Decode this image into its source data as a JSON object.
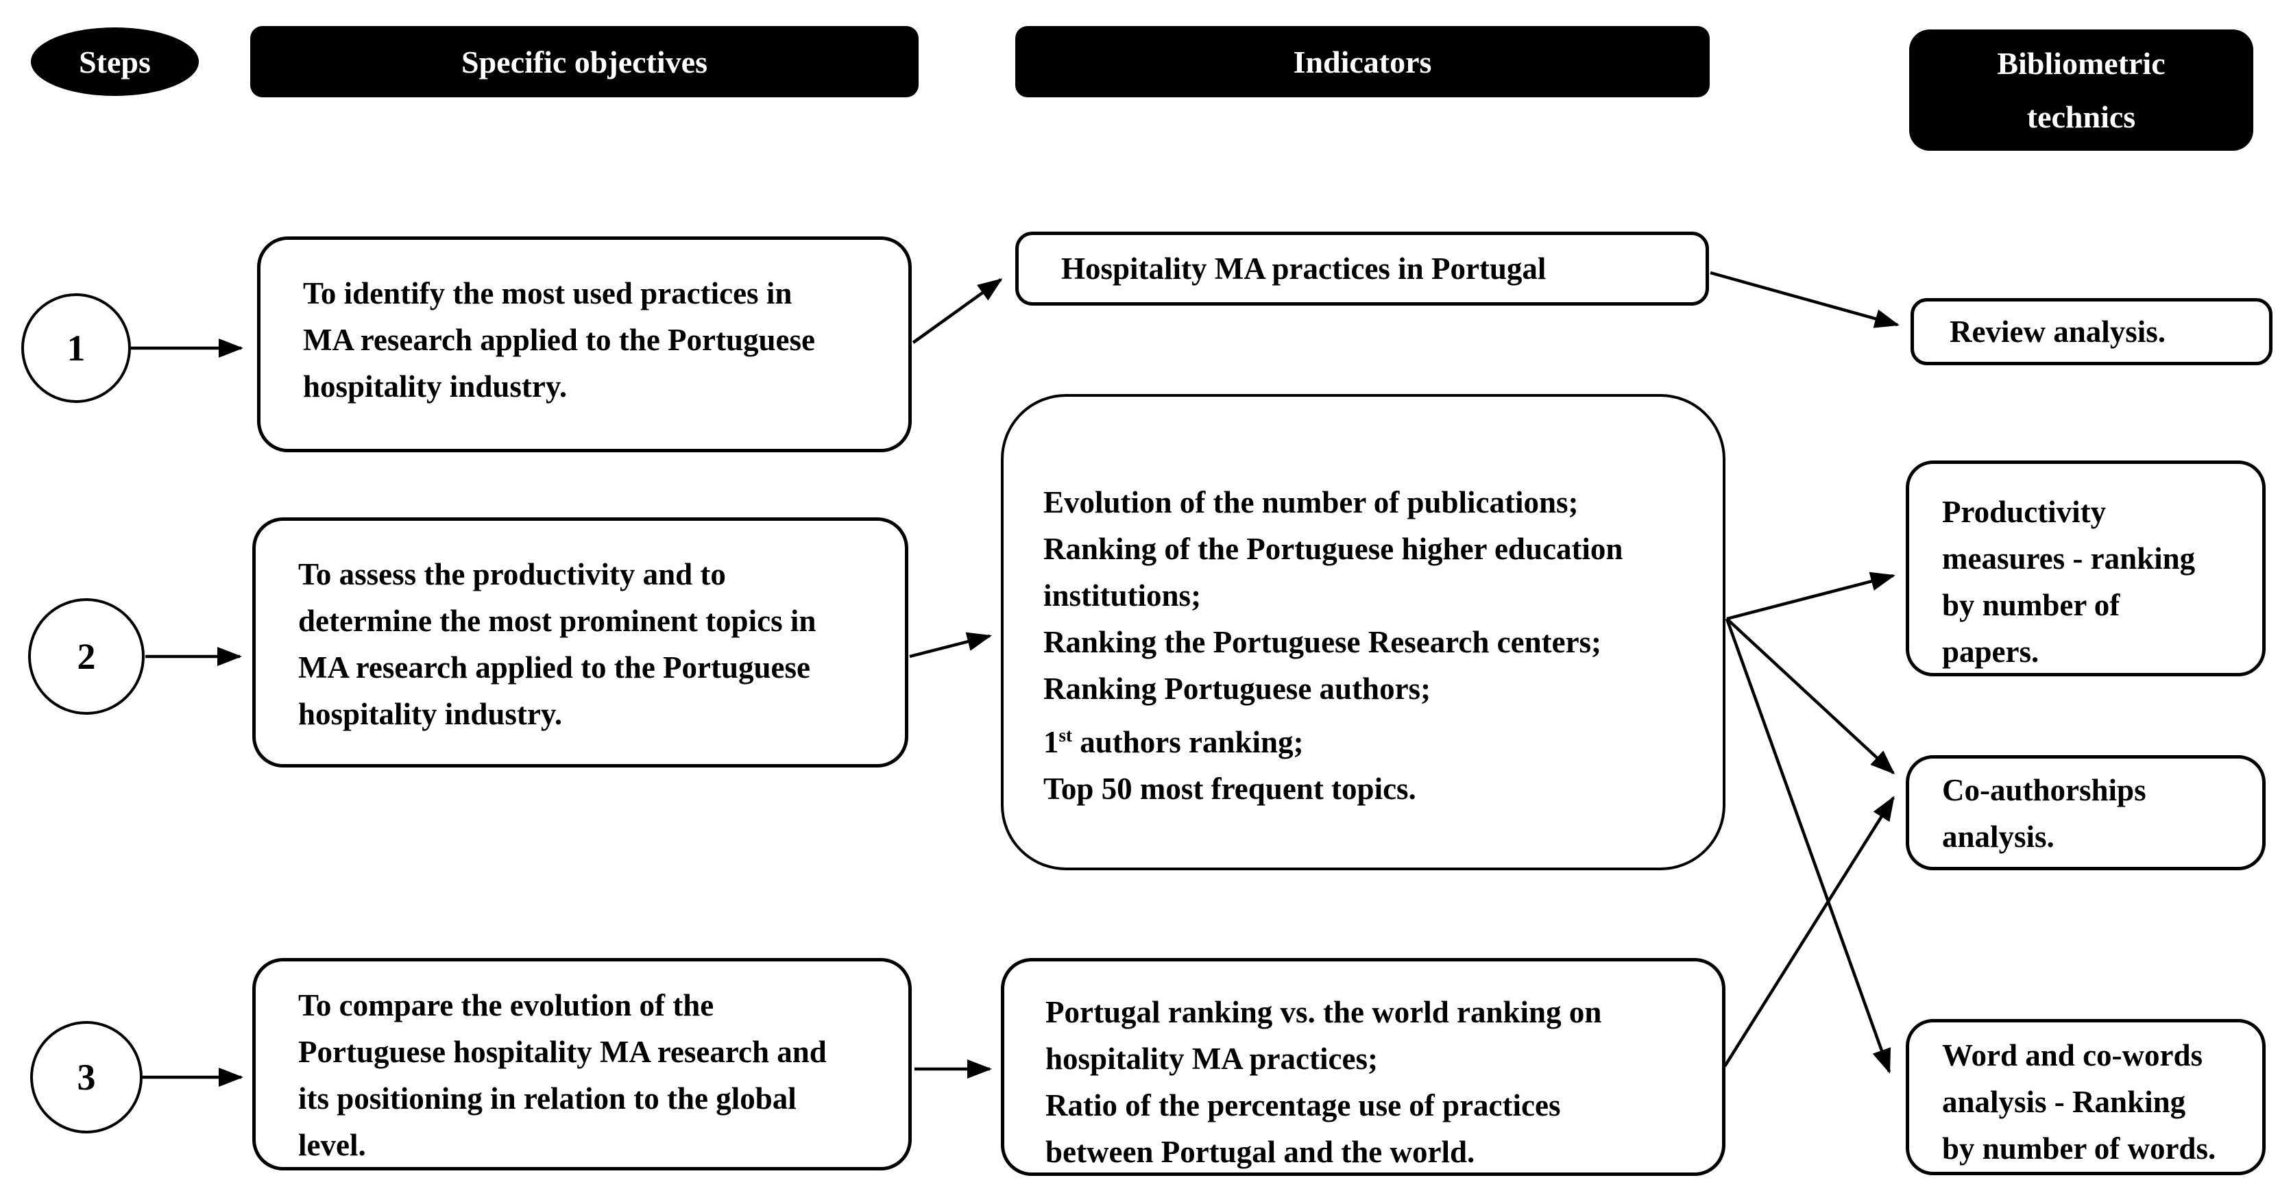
{
  "header": {
    "steps": "Steps",
    "specific_objectives": "Specific objectives",
    "indicators": "Indicators",
    "bibliometric_line1": "Bibliometric",
    "bibliometric_line2": "technics"
  },
  "steps": {
    "step1": {
      "number": "1",
      "objective_lines": [
        "To identify the most used practices in",
        "MA research applied to the Portuguese",
        "hospitality industry."
      ],
      "indicator_line": "Hospitality MA practices in Portugal"
    },
    "step2": {
      "number": "2",
      "objective_lines": [
        "To assess the productivity and to",
        "determine the most prominent topics in",
        "MA research applied to the Portuguese",
        "hospitality industry."
      ],
      "indicator_lines": [
        "Evolution of the number of publications;",
        "Ranking of the Portuguese higher education",
        "institutions;",
        "Ranking the Portuguese Research centers;",
        "Ranking Portuguese authors;",
        "Top 50 most frequent topics."
      ],
      "first_authors_num": "1",
      "first_authors_sup": "st",
      "first_authors_rest": " authors ranking;"
    },
    "step3": {
      "number": "3",
      "objective_lines": [
        "To compare the evolution of the",
        "Portuguese hospitality MA research and",
        "its positioning in relation to the global",
        "level."
      ],
      "indicator_lines": [
        "Portugal ranking vs. the world ranking on",
        "hospitality MA practices;",
        "Ratio of the percentage use of practices",
        "between Portugal and the world."
      ]
    }
  },
  "technics": {
    "review": "Review analysis.",
    "productivity_lines": [
      "Productivity",
      "measures - ranking",
      "by number of",
      "papers."
    ],
    "coauthorship_lines": [
      "Co-authorships",
      "analysis."
    ],
    "words_lines": [
      "Word and co-words",
      "analysis - Ranking",
      "by number of words."
    ]
  },
  "colors": {
    "header_bg": "#000000",
    "header_text": "#ffffff",
    "box_border": "#000000",
    "box_bg": "#ffffff"
  }
}
